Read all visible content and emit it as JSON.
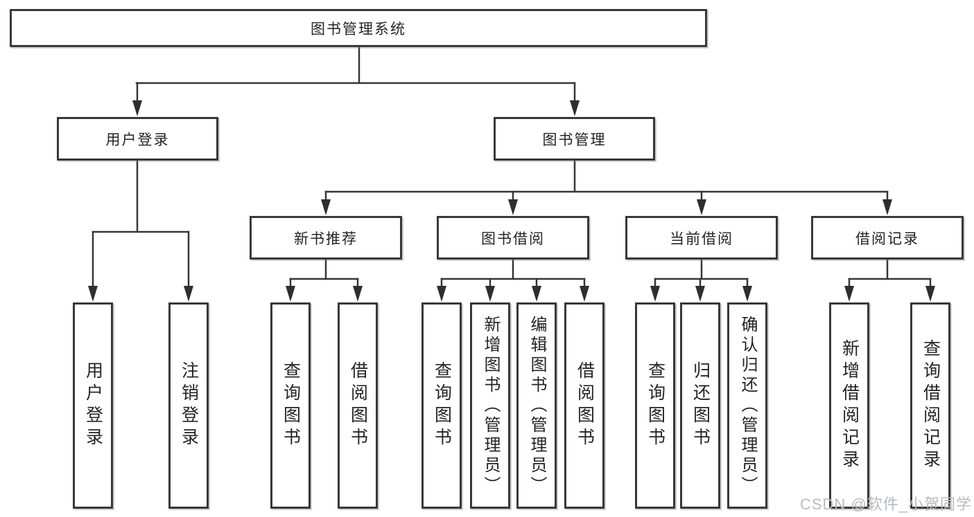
{
  "root": {
    "label": "图书管理系统"
  },
  "level2": {
    "user_login": {
      "label": "用户登录"
    },
    "book_mgmt": {
      "label": "图书管理"
    }
  },
  "level3": {
    "new_book": {
      "label": "新书推荐"
    },
    "book_borrow": {
      "label": "图书借阅"
    },
    "current_borrow": {
      "label": "当前借阅"
    },
    "borrow_record": {
      "label": "借阅记录"
    }
  },
  "leaves": {
    "user_login": {
      "label": "用户登录"
    },
    "logout": {
      "label": "注销登录"
    },
    "nb_query": {
      "label": "查询图书"
    },
    "nb_borrow": {
      "label": "借阅图书"
    },
    "bb_query": {
      "label": "查询图书"
    },
    "bb_add": {
      "label": "新增图书（管理员）"
    },
    "bb_edit": {
      "label": "编辑图书（管理员）"
    },
    "bb_borrow": {
      "label": "借阅图书"
    },
    "cb_query": {
      "label": "查询图书"
    },
    "cb_return": {
      "label": "归还图书"
    },
    "cb_confirm": {
      "label": "确认归还（管理员）"
    },
    "br_add": {
      "label": "新增借阅记录"
    },
    "br_query": {
      "label": "查询借阅记录"
    }
  },
  "watermark": {
    "text": "CSDN @软件_小贺同学"
  },
  "colors": {
    "line": "#363636",
    "arrow": "#2e2e2e",
    "border": "#383838",
    "text": "#242424",
    "watermark": "#b9bac2",
    "background": "#ffffff"
  }
}
